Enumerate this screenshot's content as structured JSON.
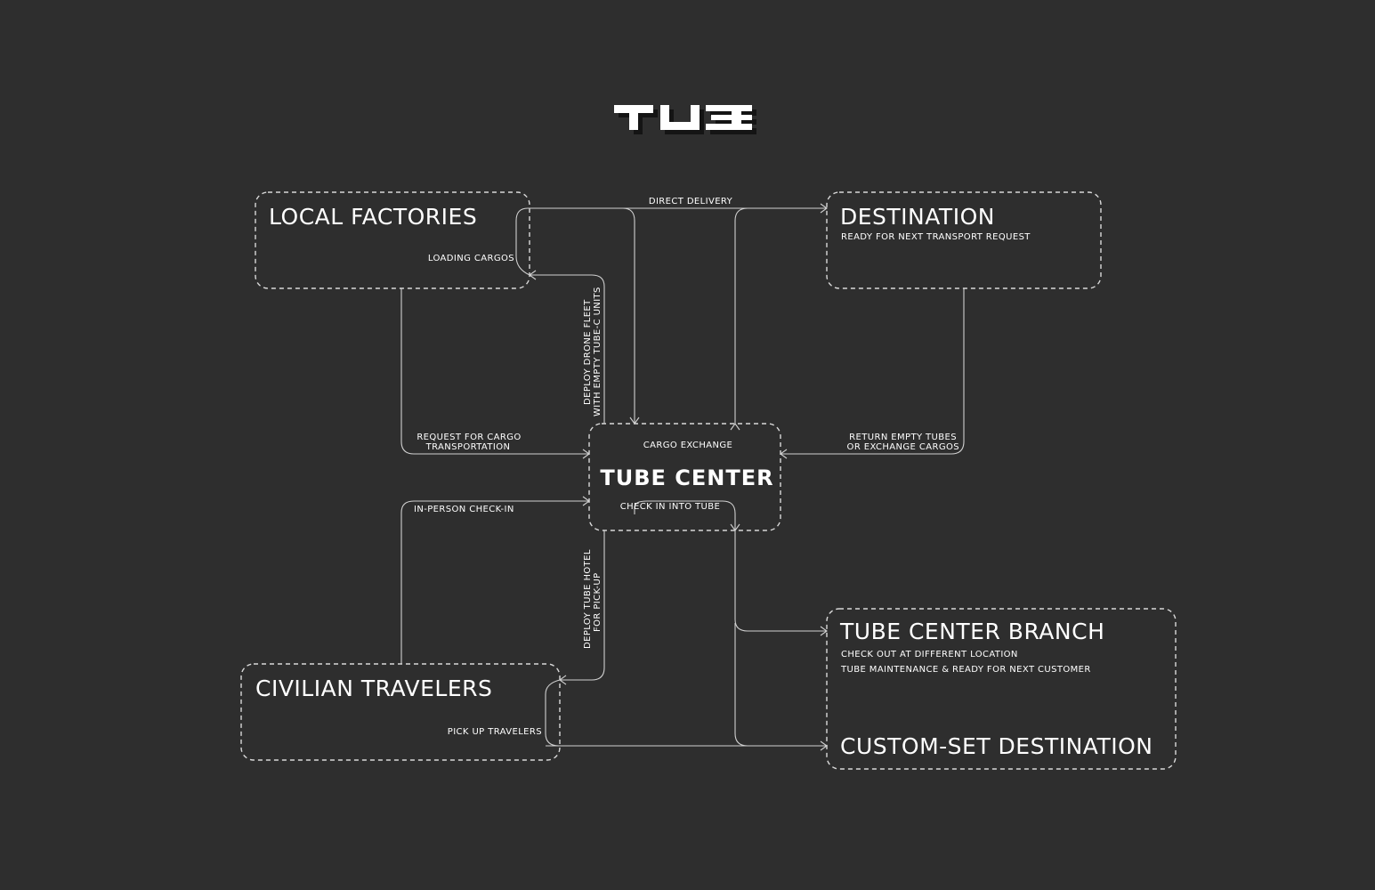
{
  "logo": {
    "text": "TUBE",
    "colors": {
      "fill": "#ffffff",
      "shadow": "#141414"
    }
  },
  "colors": {
    "background": "#2e2e2e",
    "box_border": "#d9d9d9",
    "connector": "#d0d0d0",
    "text": "#ffffff"
  },
  "nodes": {
    "local_factories": {
      "title": "LOCAL FACTORIES",
      "note": "LOADING CARGOS"
    },
    "destination": {
      "title": "DESTINATION",
      "note": "READY FOR NEXT TRANSPORT REQUEST"
    },
    "tube_center": {
      "title": "TUBE CENTER",
      "top_note": "CARGO EXCHANGE",
      "bottom_note": "CHECK IN INTO TUBE"
    },
    "civilian_travelers": {
      "title": "CIVILIAN TRAVELERS",
      "note": "PICK UP TRAVELERS"
    },
    "tube_center_branch": {
      "title": "TUBE CENTER BRANCH",
      "note_1": "CHECK OUT AT DIFFERENT LOCATION",
      "note_2": "TUBE MAINTENANCE & READY FOR NEXT CUSTOMER"
    },
    "custom_destination": {
      "title": "CUSTOM-SET DESTINATION"
    }
  },
  "edge_labels": {
    "direct_delivery": "DIRECT DELIVERY",
    "request_cargo_1": "REQUEST FOR CARGO",
    "request_cargo_2": "TRANSPORTATION",
    "return_empty_1": "RETURN EMPTY TUBES",
    "return_empty_2": "OR EXCHANGE CARGOS",
    "in_person": "IN-PERSON CHECK-IN",
    "deploy_drone_1": "DEPLOY DRONE FLEET",
    "deploy_drone_2": "WITH EMPTY TUBE-C UNITS",
    "deploy_hotel_1": "DEPLOY TUBE HOTEL",
    "deploy_hotel_2": "FOR PICK-UP"
  }
}
